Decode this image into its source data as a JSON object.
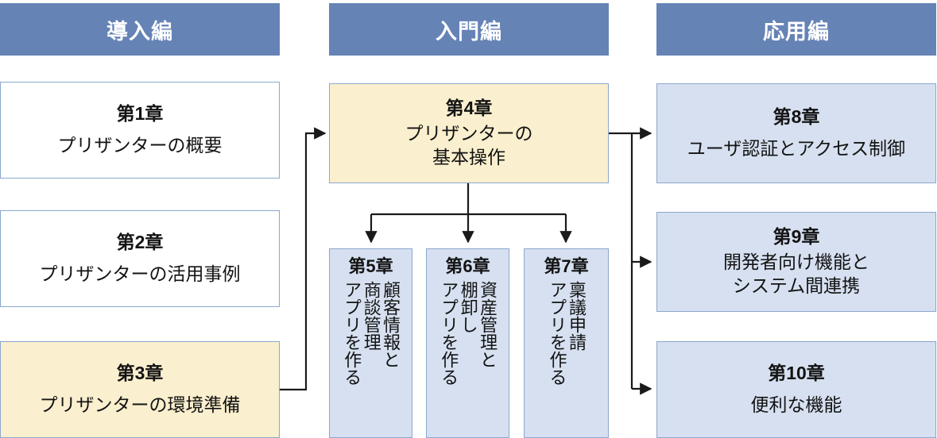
{
  "diagram": {
    "title": "Pleasanter book chapter roadmap",
    "colors": {
      "header_blue": "#6683B6",
      "box_border": "#8CA7CE",
      "fill_tan": "#FAEFCE",
      "fill_blue": "#D6E0F0",
      "fill_white": "#FFFFFF",
      "connector": "#1A1A1A"
    },
    "columns": [
      {
        "id": "intro",
        "header": "導入編"
      },
      {
        "id": "beginner",
        "header": "入門編"
      },
      {
        "id": "advanced",
        "header": "応用編"
      }
    ],
    "chapters": {
      "ch1": {
        "number": "第1章",
        "lines": [
          "プリザンターの概要"
        ]
      },
      "ch2": {
        "number": "第2章",
        "lines": [
          "プリザンターの活用事例"
        ]
      },
      "ch3": {
        "number": "第3章",
        "lines": [
          "プリザンターの環境準備"
        ]
      },
      "ch4": {
        "number": "第4章",
        "lines": [
          "プリザンターの",
          "基本操作"
        ]
      },
      "ch5": {
        "number": "第5章",
        "vertical": [
          "顧客情報と",
          "商談管理",
          "アプリを作る"
        ]
      },
      "ch6": {
        "number": "第6章",
        "vertical": [
          "資産管理と",
          "棚卸し",
          "アプリを作る"
        ]
      },
      "ch7": {
        "number": "第7章",
        "vertical": [
          "稟議申請",
          "アプリを作る"
        ]
      },
      "ch8": {
        "number": "第8章",
        "lines": [
          "ユーザ認証とアクセス制御"
        ]
      },
      "ch9": {
        "number": "第9章",
        "lines": [
          "開発者向け機能と",
          "システム間連携"
        ]
      },
      "ch10": {
        "number": "第10章",
        "lines": [
          "便利な機能"
        ]
      }
    },
    "connections": [
      {
        "from": "ch3",
        "to": "ch4",
        "style": "elbow-up-right"
      },
      {
        "from": "ch4",
        "to": "ch5",
        "style": "branch-down"
      },
      {
        "from": "ch4",
        "to": "ch6",
        "style": "branch-down"
      },
      {
        "from": "ch4",
        "to": "ch7",
        "style": "branch-down"
      },
      {
        "from": "ch4",
        "to": "ch8",
        "style": "branch-right"
      },
      {
        "from": "ch4",
        "to": "ch9",
        "style": "branch-right"
      },
      {
        "from": "ch4",
        "to": "ch10",
        "style": "branch-right"
      }
    ]
  }
}
